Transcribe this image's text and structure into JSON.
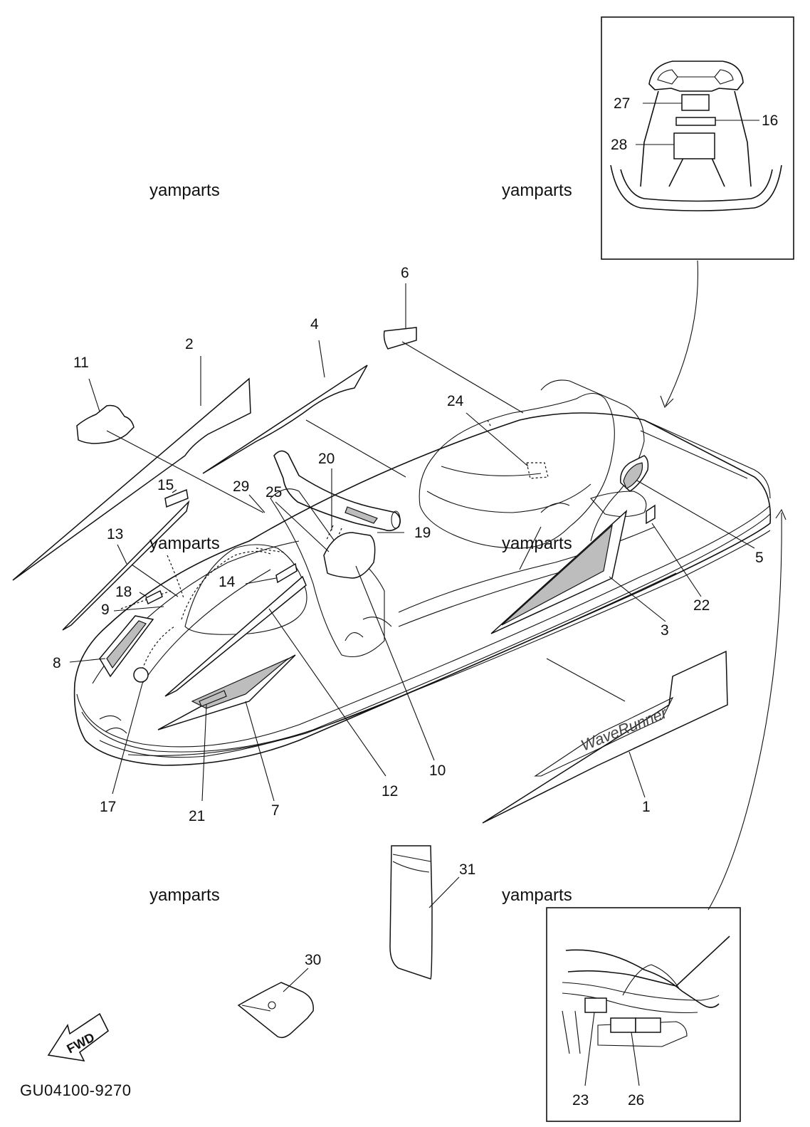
{
  "watermarks": [
    "yamparts",
    "yamparts",
    "yamparts",
    "yamparts",
    "yamparts",
    "yamparts"
  ],
  "diagram_code": "GU04100-9270",
  "fwd_label": "FWD",
  "callouts": {
    "c1": "1",
    "c2": "2",
    "c3": "3",
    "c4": "4",
    "c5": "5",
    "c6": "6",
    "c7": "7",
    "c8": "8",
    "c9": "9",
    "c10": "10",
    "c11": "11",
    "c12": "12",
    "c13": "13",
    "c14": "14",
    "c15": "15",
    "c16": "16",
    "c17": "17",
    "c18": "18",
    "c19": "19",
    "c20": "20",
    "c21": "21",
    "c22": "22",
    "c23": "23",
    "c24": "24",
    "c25": "25",
    "c26": "26",
    "c27": "27",
    "c28": "28",
    "c29": "29",
    "c30": "30",
    "c31": "31"
  }
}
